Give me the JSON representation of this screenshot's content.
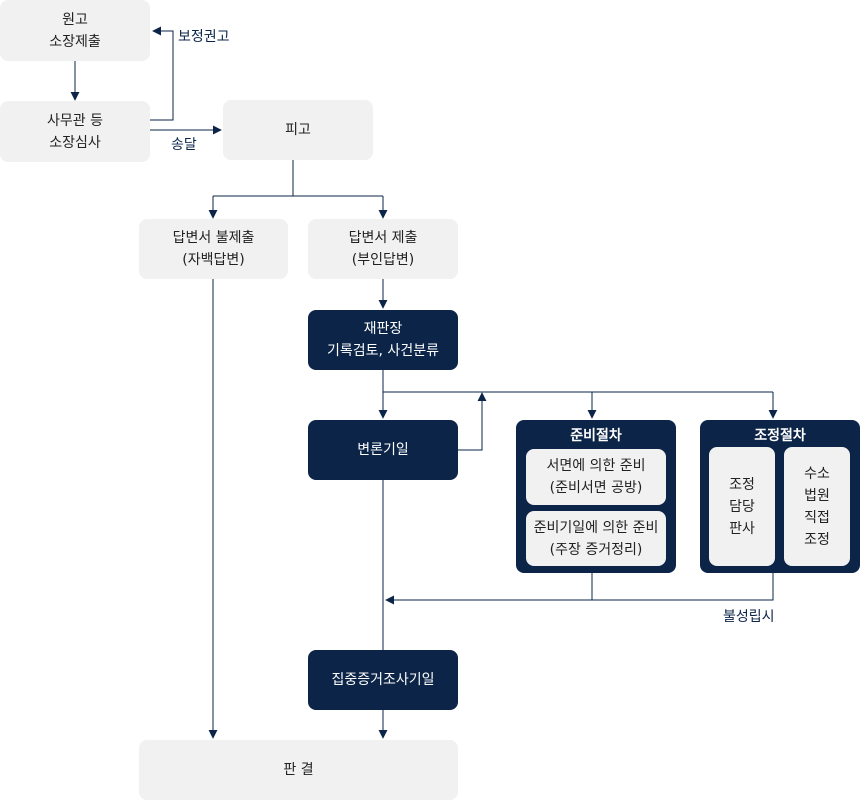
{
  "nodes": {
    "complaint": {
      "line1": "원고",
      "line2": "소장제출"
    },
    "review": {
      "line1": "사무관 등",
      "line2": "소장심사"
    },
    "defendant": {
      "label": "피고"
    },
    "no_answer": {
      "line1": "답변서 불제출",
      "line2": "(자백답변)"
    },
    "answer": {
      "line1": "답변서 제출",
      "line2": "(부인답변)"
    },
    "judge_review": {
      "line1": "재판장",
      "line2": "기록검토, 사건분류"
    },
    "hearing": {
      "label": "변론기일"
    },
    "prep": {
      "title": "준비절차",
      "written": {
        "line1": "서면에 의한 준비",
        "line2": "(준비서면 공방)"
      },
      "date": {
        "line1": "준비기일에 의한 준비",
        "line2": "(주장 증거정리)"
      }
    },
    "mediation": {
      "title": "조정절차",
      "judge": {
        "line1": "조정",
        "line2": "담당",
        "line3": "판사"
      },
      "court": {
        "line1": "수소",
        "line2": "법원",
        "line3": "직접",
        "line4": "조정"
      }
    },
    "evidence": {
      "label": "집중증거조사기일"
    },
    "judgment": {
      "label": "판 결"
    }
  },
  "edge_labels": {
    "correction": "보정권고",
    "service": "송달",
    "failed": "불성립시"
  },
  "colors": {
    "dark": "#0b2447",
    "light": "#f1f1f1",
    "line": "#0b2447"
  }
}
